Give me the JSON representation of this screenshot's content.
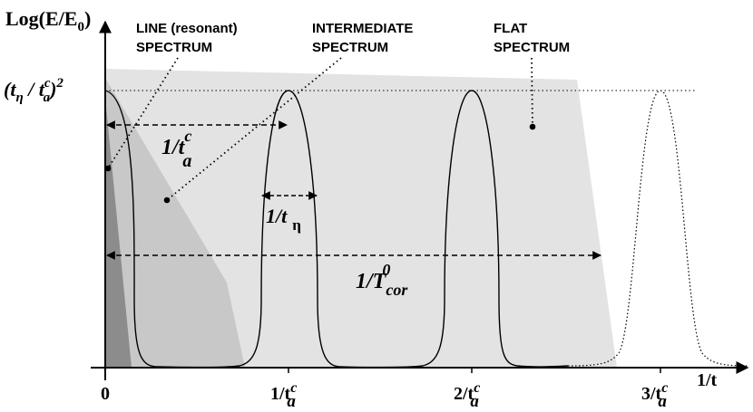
{
  "axes": {
    "y_label_main": "Log(E/E",
    "y_label_sub": "0",
    "y_label_close": ")",
    "x_label": "1/t",
    "y_tick_base": "(t",
    "y_tick_eta": "η",
    "y_tick_mid": " / t",
    "y_tick_c": "c",
    "y_tick_a": "a",
    "y_tick_close": ")",
    "y_tick_exp": "2",
    "x_ticks": [
      {
        "num": "0",
        "c": "",
        "a": ""
      },
      {
        "num": "1/t",
        "c": "c",
        "a": "a"
      },
      {
        "num": "2/t",
        "c": "c",
        "a": "a"
      },
      {
        "num": "3/t",
        "c": "c",
        "a": "a"
      }
    ]
  },
  "labels": {
    "line_spectrum": [
      "LINE (resonant)",
      "SPECTRUM"
    ],
    "intermediate_spectrum": [
      "INTERMEDIATE",
      "SPECTRUM"
    ],
    "flat_spectrum": [
      "FLAT",
      "SPECTRUM"
    ]
  },
  "annotations": {
    "period_main": "1/t",
    "period_c": "c",
    "period_a": "a",
    "width_main": "1/t",
    "width_sub": "η",
    "corr_main": "1/T",
    "corr_sub": "cor",
    "corr_sup": "0"
  },
  "colors": {
    "flat_fill": "#e3e3e3",
    "intermediate_fill": "#c8c8c8",
    "line_fill": "#8c8c8c",
    "ink": "#000000"
  }
}
